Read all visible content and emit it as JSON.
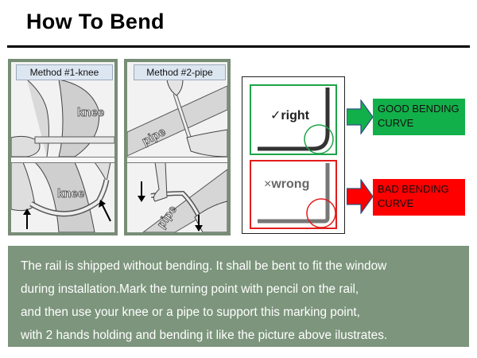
{
  "header": {
    "title": "How To Bend"
  },
  "methods": [
    {
      "label": "Method #1-knee",
      "scene_label": "knee",
      "scene_label_bottom": "knee"
    },
    {
      "label": "Method #2-pipe",
      "scene_label": "pipe",
      "scene_label_bottom": "pipe"
    }
  ],
  "comparison": {
    "good": {
      "mark": "✓",
      "text": "right",
      "tag_line1": "GOOD BENDING",
      "tag_line2": "CURVE",
      "color": "#12b04a"
    },
    "bad": {
      "mark": "×",
      "text": "wrong",
      "tag_line1": "BAD BENDING",
      "tag_line2": "CURVE",
      "color": "#fe0000"
    }
  },
  "description": {
    "lines": [
      "The rail is shipped without bending. It shall be bent to fit the window",
      "during installation.Mark the turning point with pencil on the rail,",
      "and then use your knee or a pipe to support this marking point,",
      "with 2 hands holding and bending it like the picture above ilustrates."
    ],
    "background": "#7c957c"
  }
}
